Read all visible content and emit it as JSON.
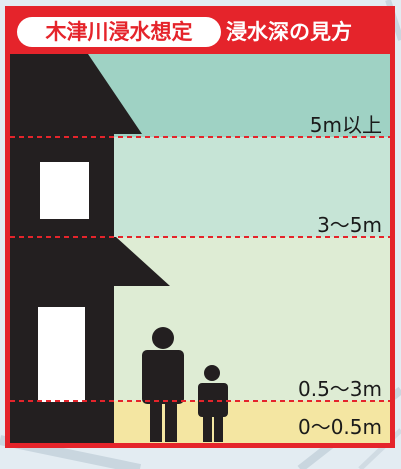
{
  "header": {
    "title": "木津川浸水想定",
    "subtitle": "浸水深の見方"
  },
  "levels": [
    {
      "label": "5m以上",
      "color": "#9fd2c4"
    },
    {
      "label": "3〜5m",
      "color": "#c6e4d6"
    },
    {
      "label": "0.5〜3m",
      "color": "#deecd4"
    },
    {
      "label": "0〜0.5m",
      "color": "#f4e6a2"
    }
  ],
  "colors": {
    "accent": "#e5242b",
    "silhouette": "#231f20",
    "dashed_line": "#e5242b"
  },
  "icons": [
    "house-silhouette",
    "adult-figure-icon",
    "child-figure-icon"
  ]
}
